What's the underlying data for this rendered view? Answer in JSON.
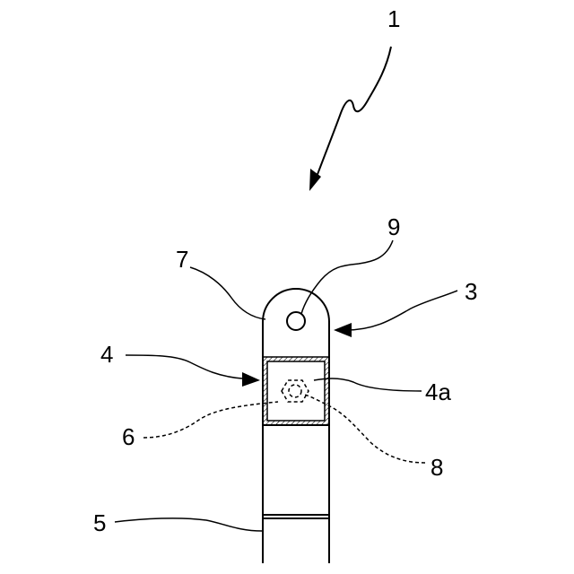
{
  "figure": {
    "labels": {
      "assembly": "1",
      "head_portion": "3",
      "window_frame": "4",
      "window_inner": "4a",
      "bottom_band": "5",
      "hidden_part_6": "6",
      "upper_part": "7",
      "hex_nut": "8",
      "pivot_hole": "9"
    }
  }
}
